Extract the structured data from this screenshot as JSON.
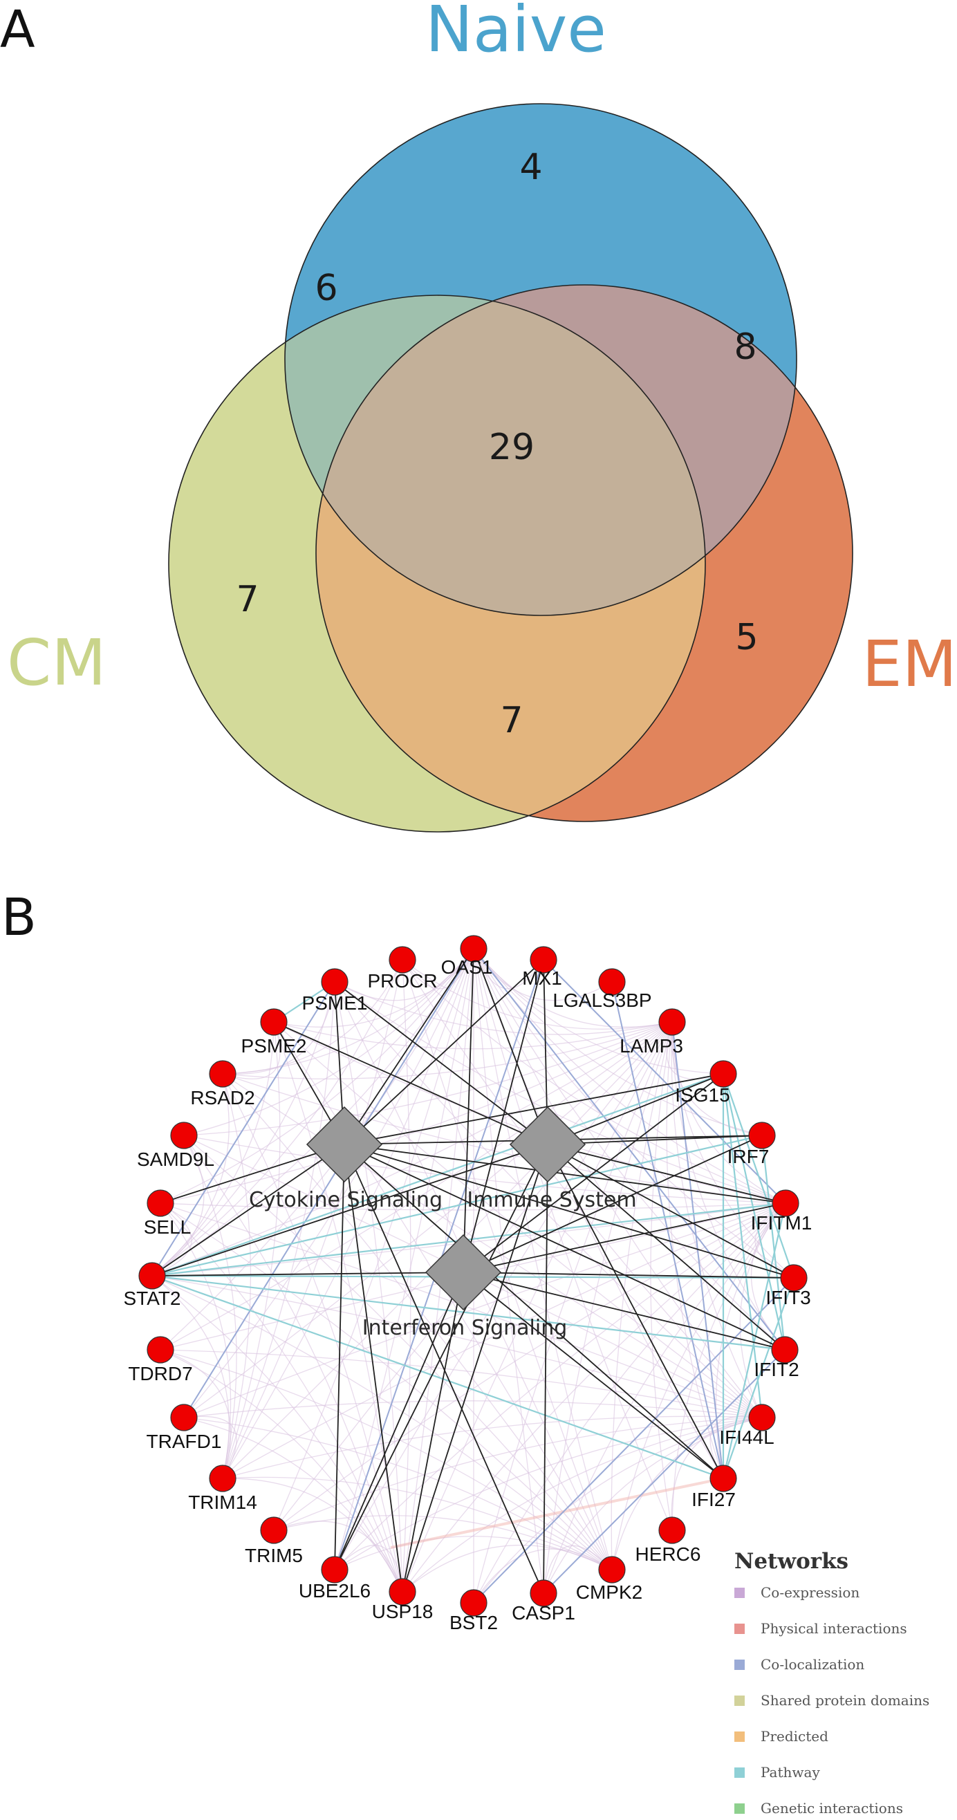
{
  "panel_a": {
    "letter": "A",
    "sets": {
      "naive": {
        "label": "Naive",
        "color": "#4ba3cd"
      },
      "cm": {
        "label": "CM",
        "color": "#c9d48a"
      },
      "em": {
        "label": "EM",
        "color": "#e07a4a"
      }
    },
    "regions": {
      "naive_only": "4",
      "naive_cm": "6",
      "naive_em": "8",
      "all_three": "29",
      "cm_only": "7",
      "em_only": "5",
      "cm_em": "7"
    }
  },
  "panel_b": {
    "letter": "B",
    "pathways": [
      {
        "id": "cytokine",
        "label": "Cytokine Signaling"
      },
      {
        "id": "immune",
        "label": "Immune System"
      },
      {
        "id": "interferon",
        "label": "Interferon Signaling"
      }
    ],
    "genes": [
      "OAS1",
      "MX1",
      "LGALS3BP",
      "LAMP3",
      "ISG15",
      "IRF7",
      "IFITM1",
      "IFIT3",
      "IFIT2",
      "IFI44L",
      "IFI27",
      "HERC6",
      "CMPK2",
      "CASP1",
      "BST2",
      "USP18",
      "UBE2L6",
      "TRIM5",
      "TRIM14",
      "TRAFD1",
      "TDRD7",
      "STAT2",
      "SELL",
      "SAMD9L",
      "RSAD2",
      "PSME2",
      "PSME1",
      "PROCR"
    ],
    "legend": {
      "title": "Networks",
      "items": [
        {
          "label": "Co-expression",
          "color": "#c9a8d6"
        },
        {
          "label": "Physical interactions",
          "color": "#e8938f"
        },
        {
          "label": "Co-localization",
          "color": "#9aaad6"
        },
        {
          "label": "Shared protein domains",
          "color": "#d2d29a"
        },
        {
          "label": "Predicted",
          "color": "#f2be7c"
        },
        {
          "label": "Pathway",
          "color": "#8fd0d6"
        },
        {
          "label": "Genetic interactions",
          "color": "#8ed08e"
        }
      ]
    }
  }
}
